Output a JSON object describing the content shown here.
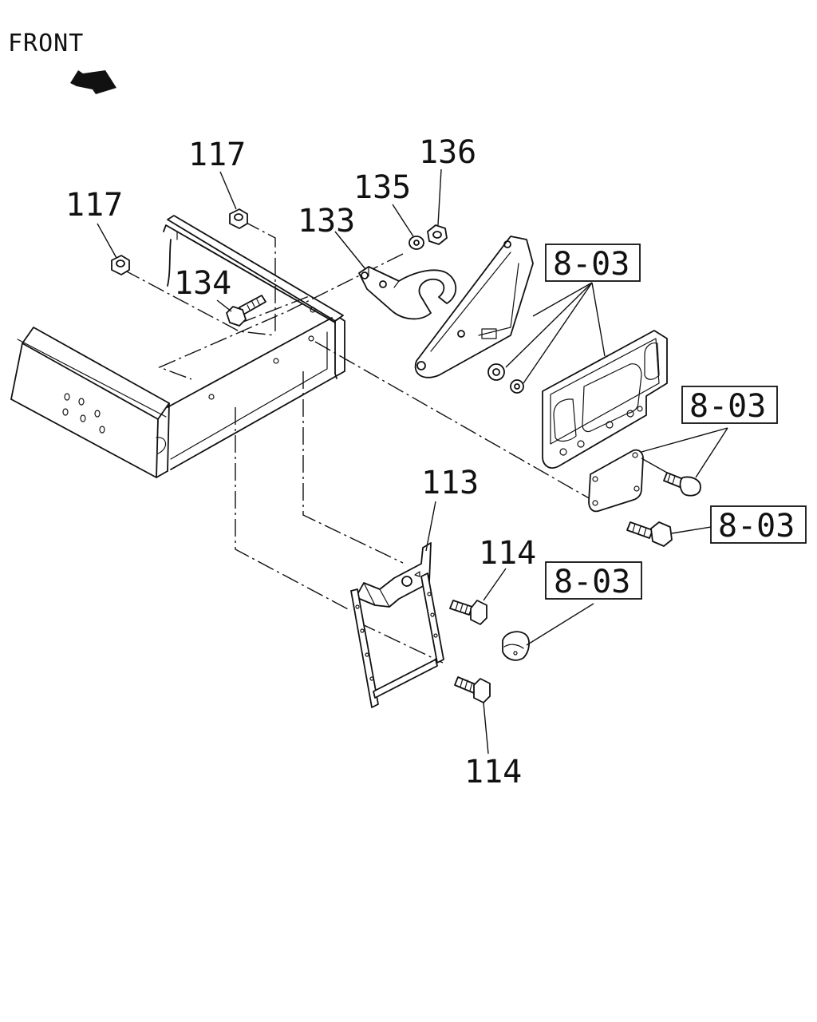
{
  "direction_label": "FRONT",
  "callouts": {
    "nut_117_upper": "117",
    "nut_117_left": "117",
    "bolt_134": "134",
    "hook_133": "133",
    "washer_135": "135",
    "nut_136": "136",
    "bracket_113": "113",
    "bolt_114_upper": "114",
    "bolt_114_lower": "114"
  },
  "references": {
    "lamp_assembly": "8-03",
    "bolt_upper_right": "8-03",
    "bolt_lower_right": "8-03",
    "grommet": "8-03"
  },
  "icons": [
    "front-arrow-icon"
  ]
}
